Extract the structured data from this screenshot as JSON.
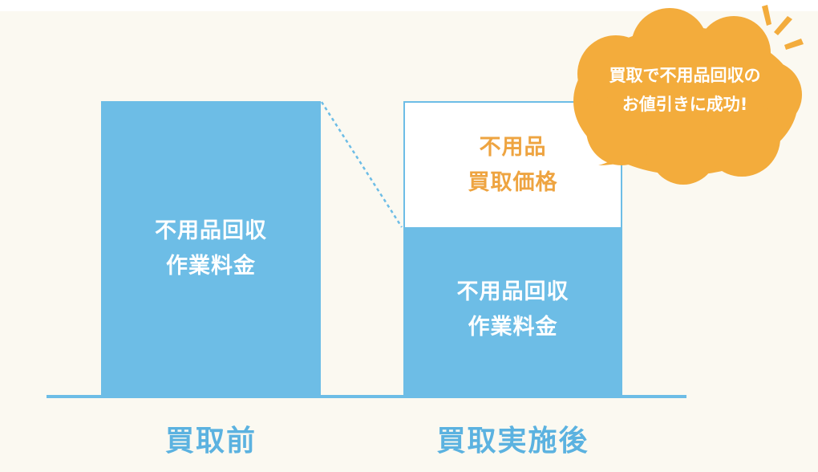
{
  "columns": [
    {
      "label": "買取前",
      "segments": [
        {
          "lines": [
            "不用品回収",
            "作業料金"
          ]
        }
      ]
    },
    {
      "label": "買取実施後",
      "segments": [
        {
          "lines": [
            "不用品",
            "買取価格"
          ]
        },
        {
          "lines": [
            "不用品回収",
            "作業料金"
          ]
        }
      ]
    }
  ],
  "callout": {
    "lines": [
      "買取で不用品回収の",
      "お値引きに成功!"
    ]
  },
  "colors": {
    "bar": "#6dbde6",
    "background": "#fbf9f1",
    "accent": "#eea441",
    "callout": "#f3ac3c",
    "label": "#5bb2e0"
  }
}
